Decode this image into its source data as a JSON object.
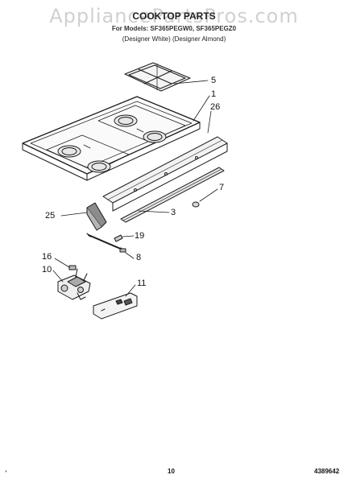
{
  "watermark": "AppliancePartsPros.com",
  "header": {
    "title": "COOKTOP PARTS",
    "model_line": "For Models: SF365PEGW0, SF365PEGZ0",
    "color_line": "(Designer White) (Designer Almond)"
  },
  "callouts": [
    {
      "id": "5",
      "label": "5"
    },
    {
      "id": "1",
      "label": "1"
    },
    {
      "id": "26",
      "label": "26"
    },
    {
      "id": "7",
      "label": "7"
    },
    {
      "id": "3",
      "label": "3"
    },
    {
      "id": "25",
      "label": "25"
    },
    {
      "id": "19",
      "label": "19"
    },
    {
      "id": "8",
      "label": "8"
    },
    {
      "id": "16",
      "label": "16"
    },
    {
      "id": "10",
      "label": "10"
    },
    {
      "id": "11",
      "label": "11"
    }
  ],
  "footer": {
    "page_number": "10",
    "doc_number": "4389642",
    "corner_mark": "*"
  },
  "colors": {
    "line": "#1a1a1a",
    "shade": "#9a9a9a",
    "watermark": "#aaaaaa"
  }
}
